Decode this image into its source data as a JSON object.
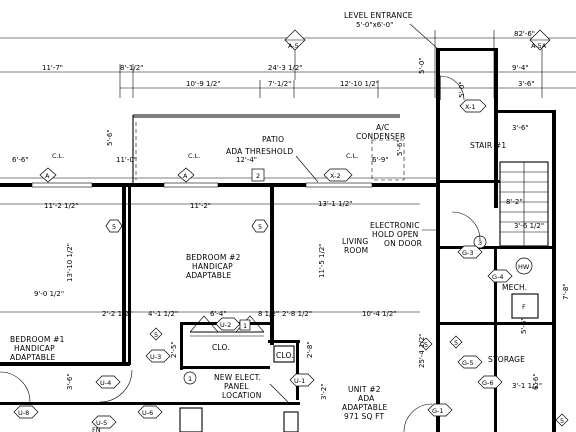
{
  "rooms": {
    "level_entrance": "LEVEL ENTRANCE",
    "level_entrance_size": "5'-0\"x6'-0\"",
    "patio": "PATIO",
    "ada_threshold": "ADA THRESHOLD",
    "ac_condenser_1": "A/C",
    "ac_condenser_2": "CONDENSER",
    "stair": "STAIR #1",
    "electronic_1": "ELECTRONIC",
    "electronic_2": "HOLD OPEN",
    "electronic_3": "ON DOOR",
    "living_1": "LIVING",
    "living_2": "ROOM",
    "bedroom2_1": "BEDROOM #2",
    "bedroom2_2": "HANDICAP",
    "bedroom2_3": "ADAPTABLE",
    "bedroom1_1": "BEDROOM #1",
    "bedroom1_2": "HANDICAP",
    "bedroom1_3": "ADAPTABLE",
    "clo_1": "CLO.",
    "clo_2": "CLO.",
    "mech": "MECH.",
    "storage": "STORAGE",
    "panel_1": "NEW ELECT.",
    "panel_2": "PANEL",
    "panel_3": "LOCATION",
    "unit_1": "UNIT #2",
    "unit_2": "ADA",
    "unit_3": "ADAPTABLE",
    "unit_4": "971 SQ FT",
    "cl_1": "C.L.",
    "cl_2": "C.L.",
    "cl_3": "C.L."
  },
  "dims": {
    "d1": "11'-7\"",
    "d2": "8'-1/2\"",
    "d3": "24'-3 1/2\"",
    "d4": "82'-6\"",
    "d5": "10'-9 1/2\"",
    "d6": "7'-1/2\"",
    "d7": "12'-10 1/2\"",
    "d8": "5'-0\"",
    "d9": "9'-4\"",
    "d10": "3'-6\"",
    "d11": "5'-6\"",
    "d12": "6'-6\"",
    "d13": "11'-0\"",
    "d14": "12'-4\"",
    "d15": "6'-9\"",
    "d16": "5'-6\"",
    "d17": "11'-2 1/2\"",
    "d18": "11'-2\"",
    "d19": "13'-1 1/2\"",
    "d20": "8'-2\"",
    "d21": "3'-6 1/2\"",
    "d22": "13'-10 1/2\"",
    "d23": "11'-5 1/2\"",
    "d24": "9'-0 1/2\"",
    "d25": "2'-2 1/2\"",
    "d26": "4'-1 1/2\"",
    "d27": "6'-4\"",
    "d28": "8 1/2\"",
    "d29": "2'-8 1/2\"",
    "d30": "10'-4 1/2\"",
    "d31": "2'-5\"",
    "d32": "2'-8\"",
    "d33": "25'-4 1/2\"",
    "d34": "3'-6\"",
    "d35": "3'-2\"",
    "d36": "3'-1 1/2\"",
    "d37": "6'-6\"",
    "d38": "7'-8\"",
    "d39": "5'-6\""
  },
  "tags": {
    "a5": "A-5",
    "a5a": "A-5A",
    "a_1": "A",
    "a_2": "A",
    "x1": "X-1",
    "x2": "X-2",
    "n1": "1",
    "n2": "2",
    "n3": "3",
    "n5a": "5",
    "n5b": "5",
    "n5c": "5",
    "n5d": "5",
    "n5e": "5",
    "n5f": "5",
    "n1a": "1",
    "n1b": "1",
    "u1": "U-1",
    "u2": "U-2",
    "u3": "U-3",
    "u4": "U-4",
    "u5": "U-5",
    "u6": "U-6",
    "u8": "U-8",
    "g1": "G-1",
    "g3": "G-3",
    "g4": "G-4",
    "g5": "G-5",
    "g6": "G-6",
    "hw": "HW",
    "f": "F",
    "fn": "FN"
  }
}
